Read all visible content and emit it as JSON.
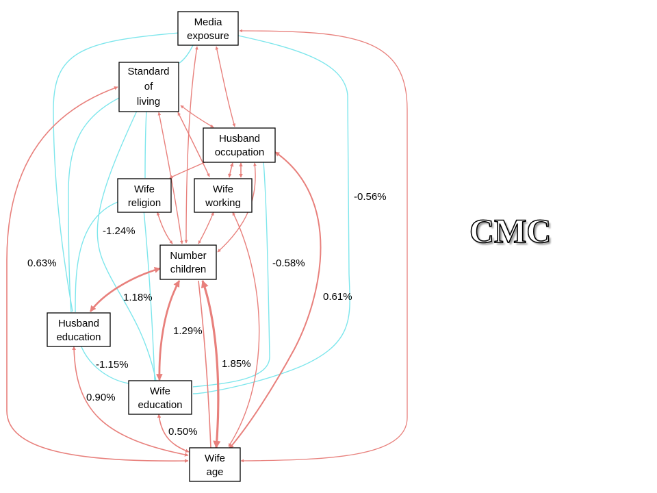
{
  "title": "CMC",
  "colors": {
    "positive": "#e8807c",
    "negative": "#7de6ec",
    "node_border": "#000000",
    "background": "#ffffff"
  },
  "nodes": {
    "media": {
      "lines": [
        "Media",
        "exposure"
      ]
    },
    "sol": {
      "lines": [
        "Standard",
        "of",
        "living"
      ]
    },
    "hocc": {
      "lines": [
        "Husband",
        "occupation"
      ]
    },
    "wrel": {
      "lines": [
        "Wife",
        "religion"
      ]
    },
    "wwork": {
      "lines": [
        "Wife",
        "working"
      ]
    },
    "nchild": {
      "lines": [
        "Number",
        "children"
      ]
    },
    "hedu": {
      "lines": [
        "Husband",
        "education"
      ]
    },
    "wedu": {
      "lines": [
        "Wife",
        "education"
      ]
    },
    "wage": {
      "lines": [
        "Wife",
        "age"
      ]
    }
  },
  "edge_labels": {
    "media_wage": "-0.56%",
    "sol_wage": "0.63%",
    "wrel_wedu": "-1.24%",
    "hocc_wedu": "-0.58%",
    "hocc_wage": "0.61%",
    "nchild_hedu": "1.18%",
    "nchild_wedu": "1.29%",
    "hedu_wedu": "-1.15%",
    "nchild_wage": "1.85%",
    "hedu_wage": "0.90%",
    "wedu_wage": "0.50%"
  }
}
